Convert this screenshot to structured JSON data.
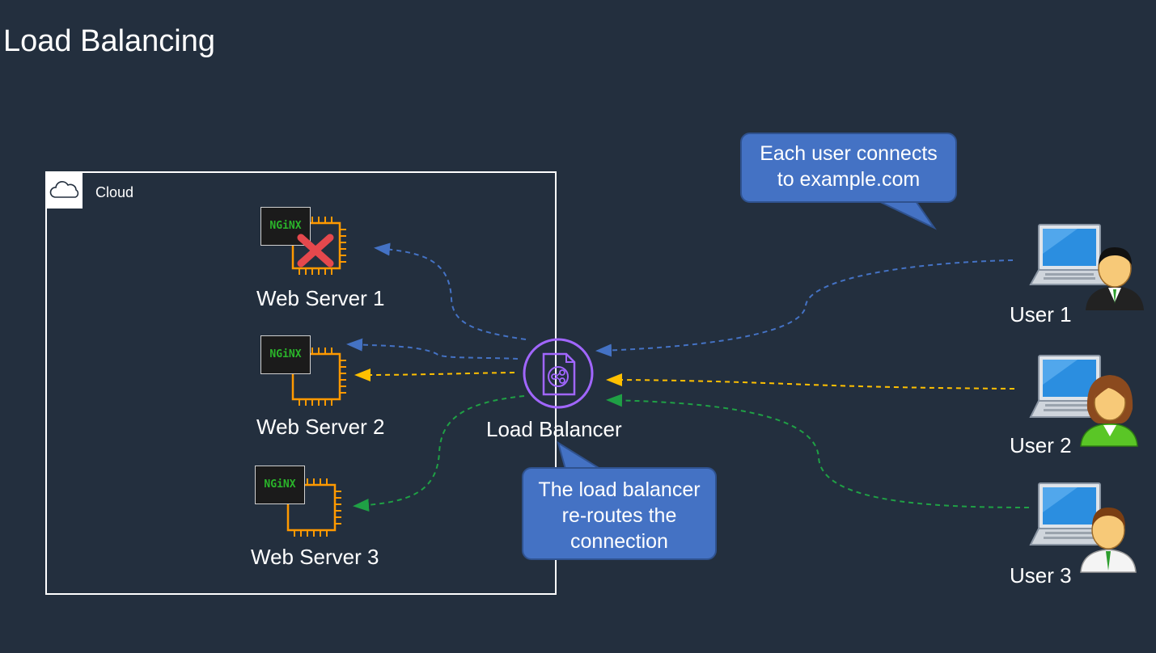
{
  "title": "Load Balancing",
  "cloud": {
    "label": "Cloud",
    "icon": "cloud-icon"
  },
  "servers": [
    {
      "label": "Web Server 1",
      "logo": "NGiNX",
      "status": "failed",
      "icon": "ec2-chip-icon"
    },
    {
      "label": "Web Server 2",
      "logo": "NGiNX",
      "icon": "ec2-chip-icon"
    },
    {
      "label": "Web Server 3",
      "logo": "NGiNX",
      "icon": "ec2-chip-icon"
    }
  ],
  "load_balancer": {
    "label": "Load Balancer",
    "icon": "load-balancer-icon",
    "color": "#a166ff"
  },
  "users": [
    {
      "label": "User 1",
      "icon": "laptop-man-suit-icon",
      "link_color": "#4472c4"
    },
    {
      "label": "User 2",
      "icon": "laptop-woman-icon",
      "link_color": "#ffc000"
    },
    {
      "label": "User 3",
      "icon": "laptop-man-shirt-icon",
      "link_color": "#1fa045"
    }
  ],
  "callouts": {
    "users": "Each user connects to example.com",
    "users_lines": [
      "Each user connects",
      "to example.com"
    ],
    "balancer_lines": [
      "The load balancer",
      "re-routes the",
      "connection"
    ]
  },
  "colors": {
    "background": "#232f3e",
    "callout": "#4472c4",
    "chip": "#f90",
    "failure_mark": "#e5484d"
  }
}
